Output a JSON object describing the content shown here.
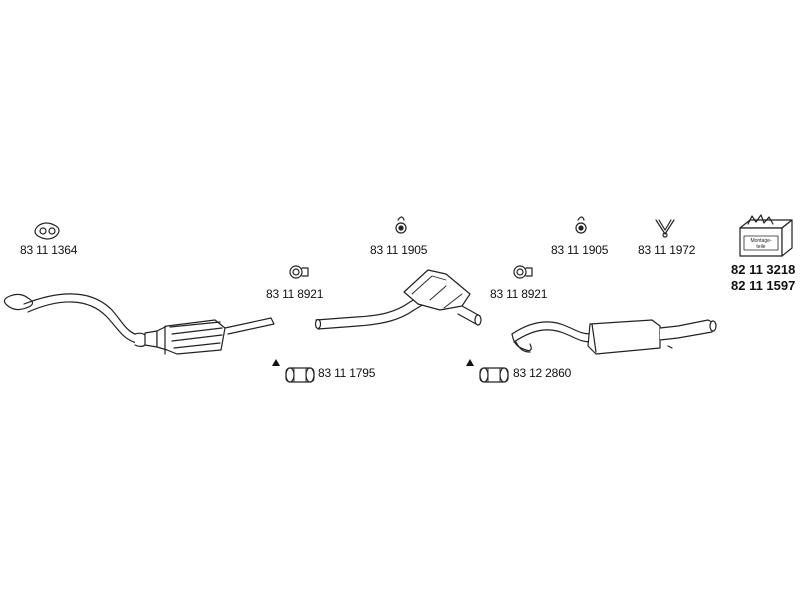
{
  "parts": {
    "gasket_front": "83 11 1364",
    "clamp_left": "83 11 8921",
    "hanger_mid": "83 11 1905",
    "clamp_right": "83 11 8921",
    "hanger_rear": "83 11 1905",
    "hanger_v": "83 11 1972",
    "kit_code_1": "82 11 3218",
    "kit_code_2": "82 11 1597",
    "connector_left": "83 11 1795",
    "connector_right": "83 12 2860"
  },
  "kit_box_text": "Montage- teile",
  "warning_symbol": "▲",
  "colors": {
    "line": "#222222",
    "pipe_fill": "#ffffff"
  }
}
